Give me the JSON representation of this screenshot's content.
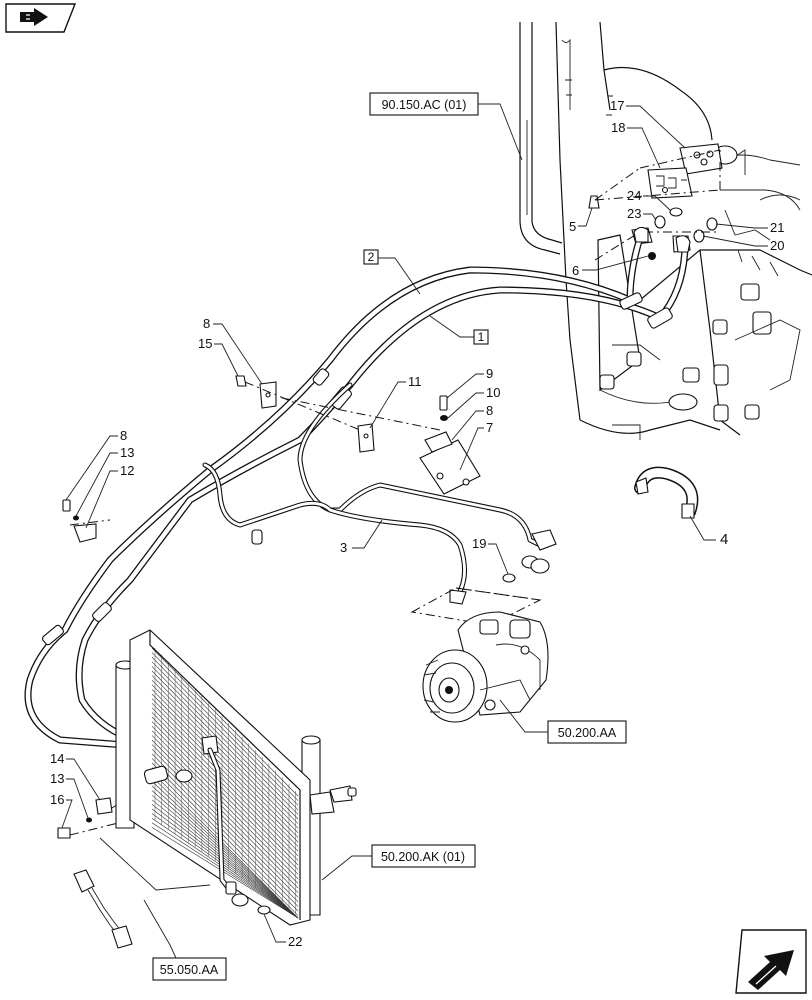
{
  "nav": {
    "top_left_icon": "book-arrow-icon",
    "bottom_right_icon": "next-page-arrow-icon"
  },
  "references": {
    "r1": "90.150.AC (01)",
    "r2": "50.200.AA",
    "r3": "50.200.AK (01)",
    "r4": "55.050.AA"
  },
  "boxed_items": {
    "b1": "2",
    "b2": "1"
  },
  "callouts": {
    "c17": "17",
    "c18": "18",
    "c24": "24",
    "c23": "23",
    "c5": "5",
    "c21": "21",
    "c20": "20",
    "c6": "6",
    "c8a": "8",
    "c15": "15",
    "c11": "11",
    "c9": "9",
    "c10": "10",
    "c8b": "8",
    "c7": "7",
    "c8c": "8",
    "c13a": "13",
    "c12": "12",
    "c4": "4",
    "c3": "3",
    "c19": "19",
    "c14": "14",
    "c13b": "13",
    "c16": "16",
    "c22": "22"
  }
}
